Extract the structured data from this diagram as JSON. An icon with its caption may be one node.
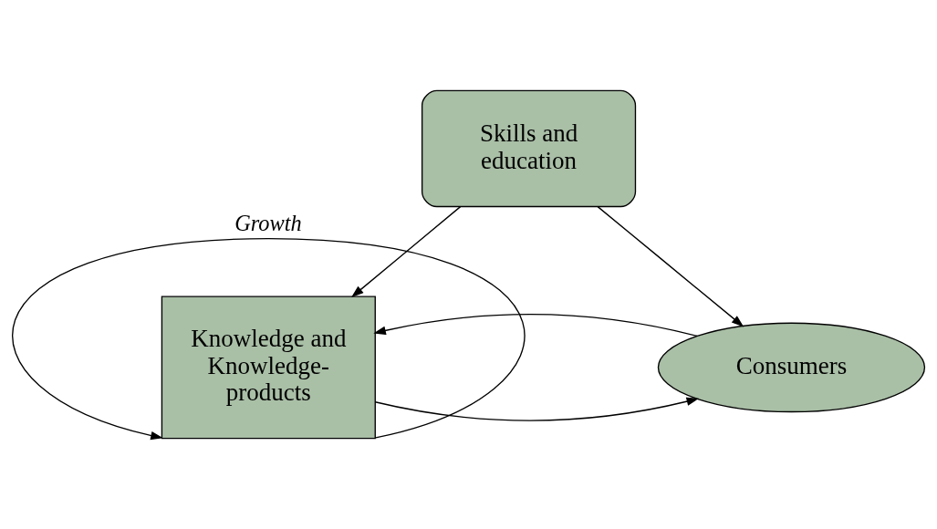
{
  "diagram": {
    "nodes": [
      {
        "text": [
          "Skills and education"
        ]
      },
      {
        "text": [
          "Knowledge and Knowledge-products"
        ]
      },
      {
        "text": [
          "Consumers"
        ]
      }
    ],
    "edges": [
      {
        "from": 0,
        "to": 1,
        "arrow": "to"
      },
      {
        "from": 0,
        "to": 2,
        "arrow": "to"
      },
      {
        "from": 1,
        "to": 2,
        "arrow": "to"
      },
      {
        "from": 2,
        "to": 1,
        "arrow": "to"
      },
      {
        "from": 1,
        "to": 1,
        "arrow": "to",
        "label": "Growth"
      }
    ]
  }
}
